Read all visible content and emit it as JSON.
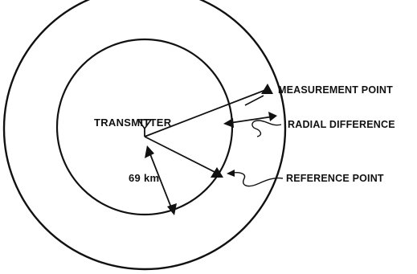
{
  "diagram": {
    "labels": {
      "transmitter": "TRANSMITTER",
      "distance": "69 km",
      "measurement_point": "MEASUREMENT POINT",
      "radial_difference": "RADIAL DIFFERENCE",
      "reference_point": "REFERENCE POINT"
    },
    "colors": {
      "ink": "#111111",
      "background": "#ffffff"
    }
  }
}
